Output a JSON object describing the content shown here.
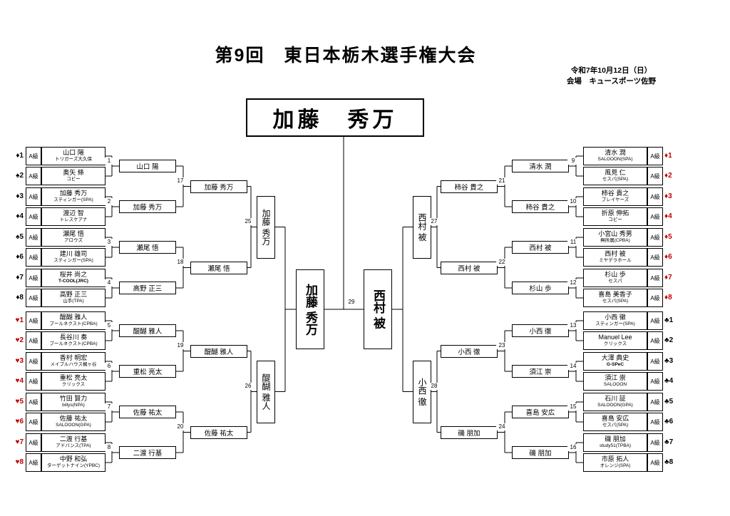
{
  "title": "第9回　東日本栃木選手権大会",
  "date_line1": "令和7年10月12日（日）",
  "date_line2": "会場　キュースポーツ佐野",
  "champion": "加藤　秀万",
  "final_number": "29",
  "left": {
    "entries": [
      {
        "seed": "♦1",
        "red": false,
        "cls": "A級",
        "name": "山口 陽",
        "team": "トリガーズ大久保"
      },
      {
        "seed": "♠2",
        "red": false,
        "cls": "A級",
        "name": "奥矢 條",
        "team": "コビー"
      },
      {
        "seed": "♦3",
        "red": false,
        "cls": "A級",
        "name": "加藤 秀万",
        "team": "スティンガー(SPA)"
      },
      {
        "seed": "♦4",
        "red": false,
        "cls": "A級",
        "name": "渡辺 智",
        "team": "トレスケアナ"
      },
      {
        "seed": "♠5",
        "red": false,
        "cls": "A級",
        "name": "瀬尾 悟",
        "team": "アロウズ"
      },
      {
        "seed": "♦6",
        "red": false,
        "cls": "A級",
        "name": "建川 雄司",
        "team": "スティンガー(SPA)"
      },
      {
        "seed": "♦7",
        "red": false,
        "cls": "A級",
        "name": "桜井 尚之",
        "team": "T-COOL(JRC)",
        "team_bold": true
      },
      {
        "seed": "♦8",
        "red": false,
        "cls": "A級",
        "name": "高野 正三",
        "team": "山手(TPA)"
      },
      {
        "seed": "♥1",
        "red": true,
        "cls": "A級",
        "name": "醍醐 雅人",
        "team": "プールネクスト(CPBA)"
      },
      {
        "seed": "♥2",
        "red": true,
        "cls": "A級",
        "name": "長谷川 奏",
        "team": "プールネクスト(CPBA)"
      },
      {
        "seed": "♥3",
        "red": true,
        "cls": "A級",
        "name": "香村 明宏",
        "team": "メイプルハウス梶ヶ谷"
      },
      {
        "seed": "♥4",
        "red": true,
        "cls": "A級",
        "name": "重松 亮太",
        "team": "クリックス"
      },
      {
        "seed": "♥5",
        "red": true,
        "cls": "A級",
        "name": "竹田 賢力",
        "team": "billys(NPA)"
      },
      {
        "seed": "♥6",
        "red": true,
        "cls": "A級",
        "name": "佐藤 祐太",
        "team": "SALOOON(GPA)"
      },
      {
        "seed": "♥7",
        "red": true,
        "cls": "A級",
        "name": "二渡 行基",
        "team": "アドバンス(TPA)"
      },
      {
        "seed": "♥8",
        "red": true,
        "cls": "A級",
        "name": "中野 和弘",
        "team": "ターゲットナイン(YPBC)"
      }
    ],
    "r1_winners": [
      "山口 陽",
      "加藤 秀万",
      "瀬尾 悟",
      "高野 正三",
      "醍醐 雅人",
      "重松 亮太",
      "佐藤 祐太",
      "二渡 行基"
    ],
    "r2_winners": [
      "加藤 秀万",
      "瀬尾 悟",
      "醍醐 雅人",
      "佐藤 祐太"
    ],
    "qf_winners": [
      "加藤 秀万",
      "醍醐 雅人"
    ],
    "semi_winner": "加藤 秀万",
    "r1_numbers": [
      "1",
      "2",
      "3",
      "4",
      "5",
      "6",
      "7",
      "8"
    ],
    "r2_numbers": [
      "17",
      "18",
      "19",
      "20"
    ],
    "qf_numbers": [
      "25",
      "26"
    ]
  },
  "right": {
    "entries": [
      {
        "seed": "♦1",
        "red": true,
        "cls": "A級",
        "name": "清水 潤",
        "team": "SALOOON(SPA)"
      },
      {
        "seed": "♦2",
        "red": true,
        "cls": "A級",
        "name": "風見 仁",
        "team": "セスパ(SPA)"
      },
      {
        "seed": "♦3",
        "red": true,
        "cls": "A級",
        "name": "柿谷 貴之",
        "team": "プレイヤーズ"
      },
      {
        "seed": "♦4",
        "red": true,
        "cls": "A級",
        "name": "折原 伸拓",
        "team": "コビー"
      },
      {
        "seed": "♦5",
        "red": true,
        "cls": "A級",
        "name": "小宮山 秀男",
        "team": "無所属(CPBA)"
      },
      {
        "seed": "♦6",
        "red": true,
        "cls": "A級",
        "name": "西村 被",
        "team": "ミヤデラホール"
      },
      {
        "seed": "♦7",
        "red": true,
        "cls": "A級",
        "name": "杉山 歩",
        "team": "セスパ"
      },
      {
        "seed": "♦8",
        "red": true,
        "cls": "A級",
        "name": "喜島 美香子",
        "team": "セスパ(SPA)"
      },
      {
        "seed": "♣1",
        "red": false,
        "cls": "A級",
        "name": "小西 徹",
        "team": "スティンガー(SPA)"
      },
      {
        "seed": "♣2",
        "red": false,
        "cls": "A級",
        "name": "Manuel Lee",
        "team": "クリックス"
      },
      {
        "seed": "♣3",
        "red": false,
        "cls": "A級",
        "name": "大澤 典史",
        "team": "G-SPeC",
        "team_bold": true
      },
      {
        "seed": "♣4",
        "red": false,
        "cls": "A級",
        "name": "須江 崇",
        "team": "SALOOON"
      },
      {
        "seed": "♣5",
        "red": false,
        "cls": "A級",
        "name": "石川 証",
        "team": "SALOOON(GPA)"
      },
      {
        "seed": "♣6",
        "red": false,
        "cls": "A級",
        "name": "喜島 安広",
        "team": "セスパ(SPA)"
      },
      {
        "seed": "♣7",
        "red": false,
        "cls": "A級",
        "name": "磯 朋加",
        "team": "study51(TPBA)"
      },
      {
        "seed": "♣8",
        "red": false,
        "cls": "A級",
        "name": "市原 拓人",
        "team": "オレンジ(SPA)"
      }
    ],
    "r1_winners": [
      "清水 潤",
      "柿谷 貴之",
      "西村 被",
      "杉山 歩",
      "小西 徹",
      "須江 崇",
      "喜島 安広",
      "磯 朋加"
    ],
    "r2_winners": [
      "柿谷 貴之",
      "西村 被",
      "小西 徹",
      "磯 朋加"
    ],
    "qf_winners": [
      "西村 被",
      "小西 徹"
    ],
    "semi_winner": "西村 被",
    "r1_numbers": [
      "9",
      "10",
      "11",
      "12",
      "13",
      "14",
      "15",
      "16"
    ],
    "r2_numbers": [
      "21",
      "22",
      "23",
      "24"
    ],
    "qf_numbers": [
      "27",
      "28"
    ]
  }
}
